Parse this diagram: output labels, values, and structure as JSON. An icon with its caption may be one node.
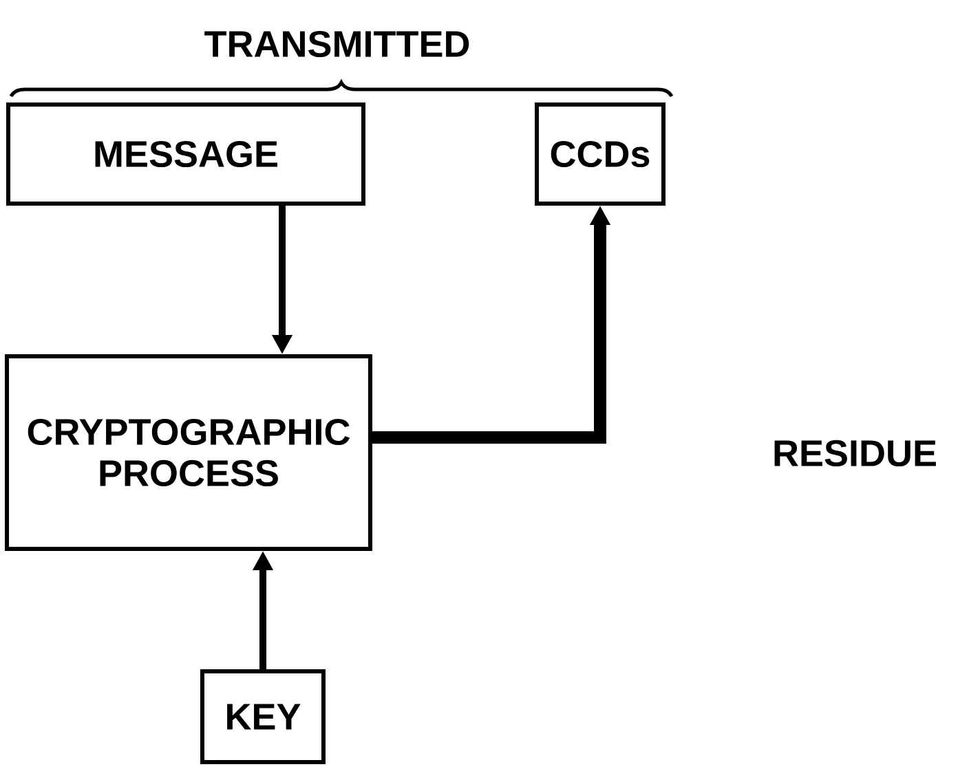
{
  "diagram": {
    "title": "TRANSMITTED",
    "nodes": [
      {
        "text": [
          "MESSAGE"
        ]
      },
      {
        "text": [
          "CCDs"
        ]
      },
      {
        "text": [
          "CRYPTOGRAPHIC PROCESS"
        ]
      },
      {
        "text": [
          "KEY"
        ]
      }
    ],
    "edges": [
      {
        "from": 0,
        "to": 2,
        "arrow": "to"
      },
      {
        "from": 3,
        "to": 2,
        "arrow": "to"
      },
      {
        "from": 2,
        "to": 1,
        "arrow": "to",
        "style": "thick",
        "label": "RESIDUE"
      }
    ]
  }
}
